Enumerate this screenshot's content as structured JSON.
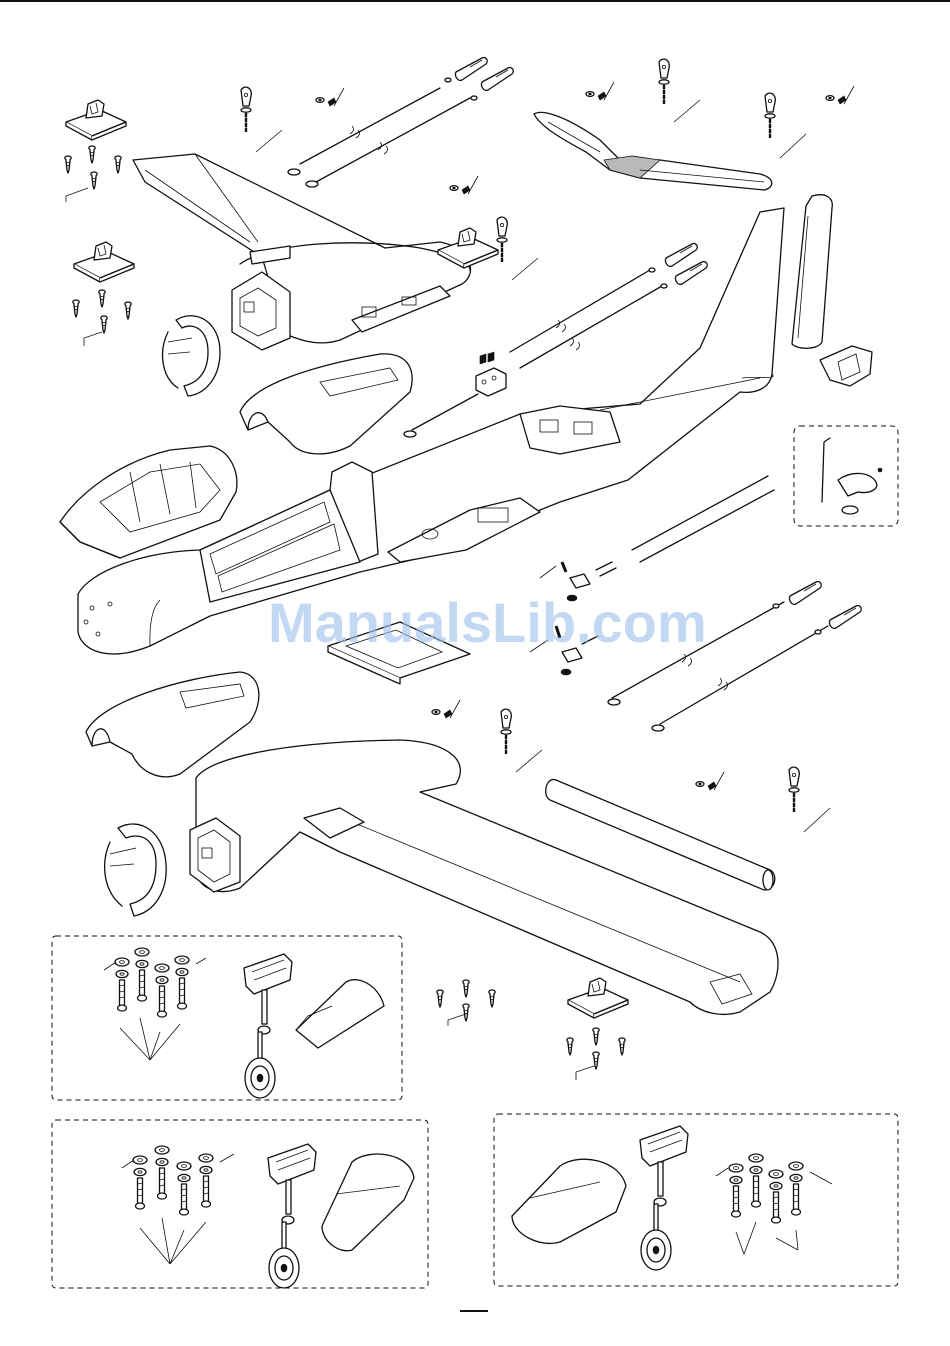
{
  "watermark": {
    "text": "ManualsLib.com",
    "color": "#9fc3ec"
  },
  "colors": {
    "line": "#111111",
    "background": "#ffffff",
    "shade": "#b9b9b9"
  },
  "parts": {
    "fuselage": "fuselage",
    "left_wing": "left-wing",
    "right_wing": "right-wing",
    "horizontal_stabilizer": "horizontal-stabilizer",
    "vertical_fin": "vertical-fin",
    "canopy": "canopy",
    "nacelle_covers": "nacelle-covers",
    "wing_spar": "wing-spar-tube",
    "pushrods": "pushrods",
    "control_horns": "control-horns",
    "landing_gear_kits": "landing-gear-kits"
  }
}
